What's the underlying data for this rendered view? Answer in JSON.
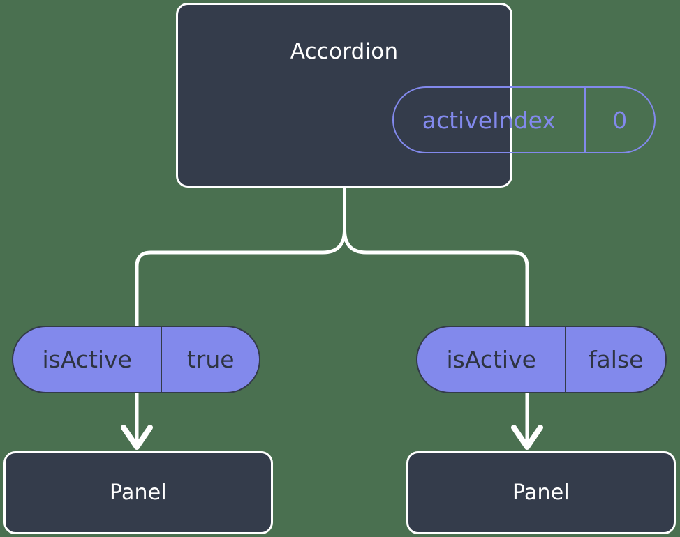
{
  "diagram": {
    "type": "component-state-tree",
    "background_color": "#4a7050",
    "node_fill_color": "#343c4b",
    "node_border_color": "#ffffff",
    "accent_color": "#8289ec",
    "connector_color": "#ffffff",
    "root": {
      "name": "accordion-node",
      "title": "Accordion",
      "state": {
        "key": "activeIndex",
        "value": "0"
      }
    },
    "branches": [
      {
        "name": "branch-left",
        "prop": {
          "key": "isActive",
          "value": "true"
        },
        "child": {
          "title": "Panel"
        }
      },
      {
        "name": "branch-right",
        "prop": {
          "key": "isActive",
          "value": "false"
        },
        "child": {
          "title": "Panel"
        }
      }
    ]
  }
}
